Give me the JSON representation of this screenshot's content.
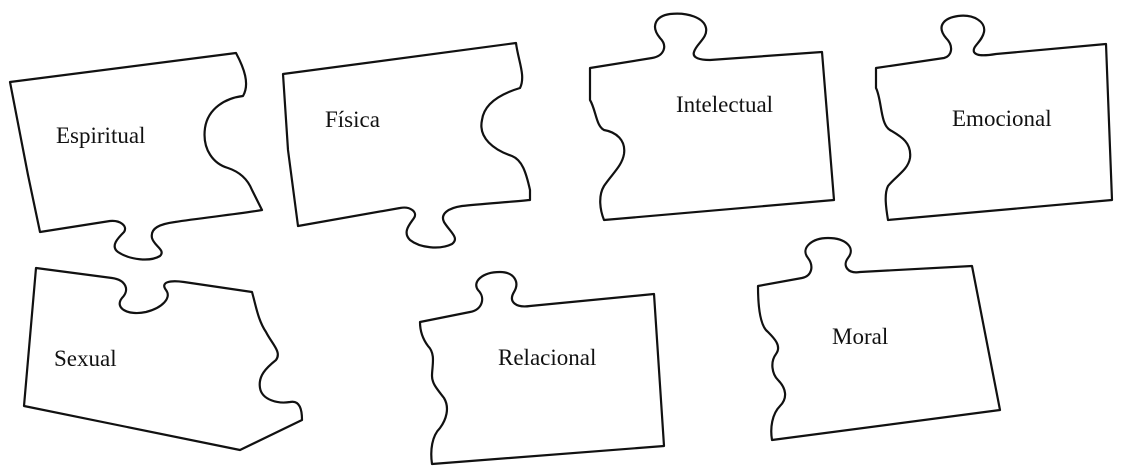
{
  "pieces": [
    {
      "id": "espiritual",
      "label": "Espiritual"
    },
    {
      "id": "fisica",
      "label": "Física"
    },
    {
      "id": "intelectual",
      "label": "Intelectual"
    },
    {
      "id": "emocional",
      "label": "Emocional"
    },
    {
      "id": "sexual",
      "label": "Sexual"
    },
    {
      "id": "relacional",
      "label": "Relacional"
    },
    {
      "id": "moral",
      "label": "Moral"
    }
  ]
}
